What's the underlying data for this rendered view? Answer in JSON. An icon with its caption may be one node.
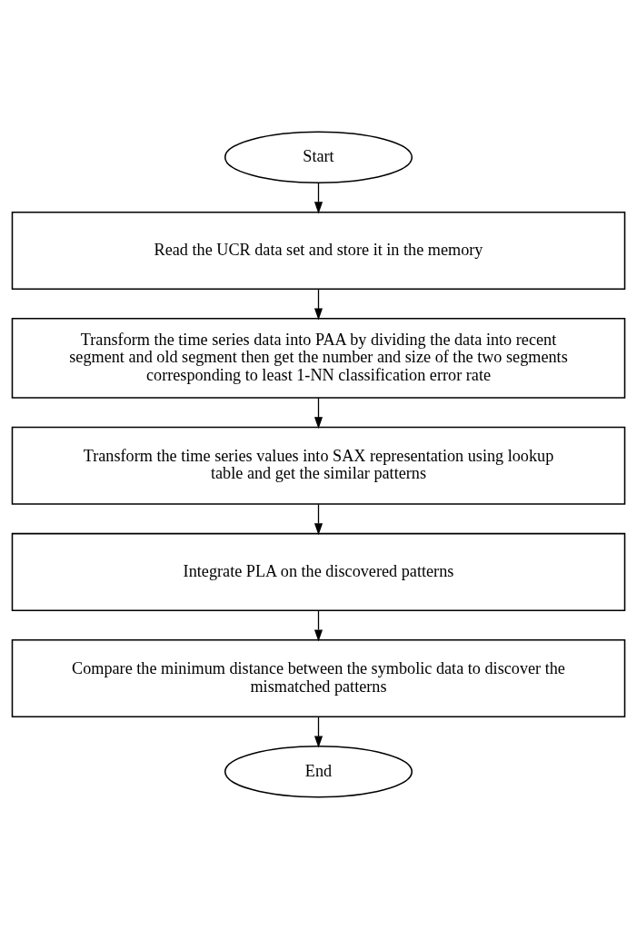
{
  "diagram": {
    "nodes": [
      {
        "text": [
          "Start"
        ]
      },
      {
        "text": [
          "Read the UCR data set and store it in the memory"
        ]
      },
      {
        "text": [
          "Transform the time series data into PAA by dividing the data into recent segment and old segment then get the number and size of the two segments corresponding to least 1-NN classification error rate"
        ]
      },
      {
        "text": [
          "Transform the time series values into SAX representation using lookup table and get the similar patterns"
        ]
      },
      {
        "text": [
          "Integrate PLA on the discovered patterns"
        ]
      },
      {
        "text": [
          "Compare the minimum distance between the symbolic data to discover the mismatched patterns"
        ]
      },
      {
        "text": [
          "End"
        ]
      }
    ],
    "edges": [
      {
        "from": 0,
        "to": 1,
        "arrow": "to"
      },
      {
        "from": 1,
        "to": 2,
        "arrow": "to"
      },
      {
        "from": 2,
        "to": 3,
        "arrow": "to"
      },
      {
        "from": 3,
        "to": 4,
        "arrow": "to"
      },
      {
        "from": 4,
        "to": 5,
        "arrow": "to"
      },
      {
        "from": 5,
        "to": 6,
        "arrow": "to"
      }
    ]
  }
}
